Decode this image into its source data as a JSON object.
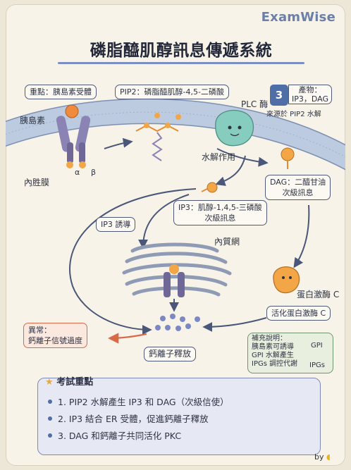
{
  "brand": "ExamWise",
  "title": "磷脂醯肌醇訊息傳遞系統",
  "labels": {
    "focus": "重點：胰島素受體",
    "pip2": "PIP2：磷脂醯肌醇-4,5-二磷酸",
    "step_number": "3",
    "products_line1": "產物：",
    "products_line2": "IP3，DAG",
    "insulin": "胰島素",
    "plc": "PLC 酶",
    "plc_source": "來源於 PIP2 水解",
    "alpha": "α",
    "beta": "β",
    "membrane": "內胜膜",
    "hydrolysis": "水解作用",
    "dag_line1": "DAG：二醯甘油",
    "dag_line2": "次級訊息",
    "ip3_line1": "IP3：肌醇-1,4,5-三磷酸",
    "ip3_line2": "次級訊息",
    "ip3_induce": "IP3 誘導",
    "er": "內質網",
    "pkc": "蛋白激酶 C",
    "active_pkc": "活化蛋白激酶 C",
    "abnormal_line1": "異常：",
    "abnormal_line2": "鈣離子信號過度",
    "ca_release": "鈣離子釋放",
    "note_title": "補充說明：",
    "note_line1": "胰島素可誘導",
    "note_line2": "GPI 水解產生",
    "note_line3": "IPGs 調控代謝",
    "note_gpi": "GPI",
    "note_ipgs": "IPGs",
    "credit": "by"
  },
  "exam": {
    "title": "考試重點",
    "items": [
      "1. PIP2 水解產生 IP3 和 DAG（次級信使）",
      "2. IP3 結合 ER 受體，促進鈣離子釋放",
      "3. DAG 和鈣離子共同活化 PKC"
    ]
  },
  "colors": {
    "accent": "#4f6ea8",
    "membrane": "#b9c9de",
    "plc": "#86cdbf",
    "orange": "#f2a646",
    "purple": "#8a83b4",
    "alert": "#d86a4a"
  }
}
